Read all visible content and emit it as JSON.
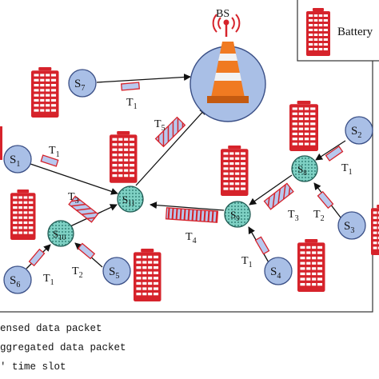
{
  "base_station": {
    "label": "BS"
  },
  "legend_box": {
    "battery_label": "Battery"
  },
  "sensor_nodes": {
    "s1": {
      "label": "S",
      "sub": "1"
    },
    "s2": {
      "label": "S",
      "sub": "2"
    },
    "s3": {
      "label": "S",
      "sub": "3"
    },
    "s4": {
      "label": "S",
      "sub": "4"
    },
    "s5": {
      "label": "S",
      "sub": "5"
    },
    "s6": {
      "label": "S",
      "sub": "6"
    },
    "s7": {
      "label": "S",
      "sub": "7"
    }
  },
  "aggregator_nodes": {
    "s8": {
      "label": "S",
      "sub": "8"
    },
    "s9": {
      "label": "S",
      "sub": "9"
    },
    "s10": {
      "label": "S",
      "sub": "10"
    },
    "s11": {
      "label": "S",
      "sub": "11"
    }
  },
  "time_slots": {
    "t1_s7": {
      "label": "T",
      "sub": "1"
    },
    "t1_s1": {
      "label": "T",
      "sub": "1"
    },
    "t1_s2": {
      "label": "T",
      "sub": "1"
    },
    "t2_s3": {
      "label": "T",
      "sub": "2"
    },
    "t1_s4": {
      "label": "T",
      "sub": "1"
    },
    "t2_s5": {
      "label": "T",
      "sub": "2"
    },
    "t1_s6": {
      "label": "T",
      "sub": "1"
    },
    "t3_s10": {
      "label": "T",
      "sub": "3"
    },
    "t3_s8": {
      "label": "T",
      "sub": "3"
    },
    "t4_s9": {
      "label": "T",
      "sub": "4"
    },
    "t5_s11": {
      "label": "T",
      "sub": "5"
    }
  },
  "bottom_legend": {
    "sensed": "ensed data packet",
    "aggregated": "ggregated data packet",
    "slot": "' time slot"
  },
  "colors": {
    "node_fill": "#a9bfe6",
    "aggregator_fill": "#7fd1c4",
    "battery_red": "#d6232b",
    "packet_red": "#d6232b",
    "packet_fill": "#b8c8ee"
  }
}
